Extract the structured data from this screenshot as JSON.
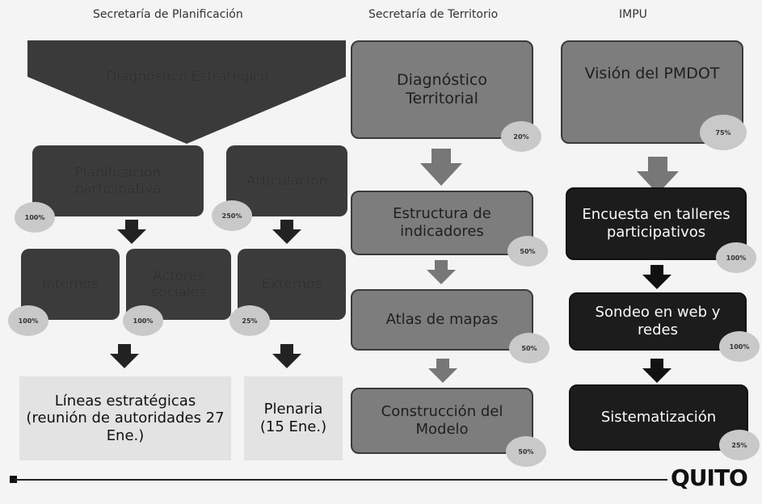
{
  "headers": {
    "planificacion": "Secretaría de Planificación",
    "territorio": "Secretaría de Territorio",
    "impu": "IMPU"
  },
  "planificacion": {
    "diagnostico": "Diagnóstico Estratégico",
    "participativa": "Planificación participativa",
    "participativa_pct": "100%",
    "articulacion": "Articulación",
    "articulacion_pct": "250%",
    "internos": "Internos",
    "internos_pct": "100%",
    "actores": "Actores sociales",
    "actores_pct": "100%",
    "externos": "Externos",
    "externos_pct": "25%",
    "lineas": "Líneas estratégicas (reunión de autoridades 27 Ene.)",
    "plenaria": "Plenaria (15 Ene.)"
  },
  "territorio": {
    "diagnostico": "Diagnóstico Territorial",
    "diagnostico_pct": "20%",
    "estructura": "Estructura de indicadores",
    "estructura_pct": "50%",
    "atlas": "Atlas de mapas",
    "atlas_pct": "50%",
    "construccion": "Construcción del Modelo",
    "construccion_pct": "50%"
  },
  "impu": {
    "vision": "Visión del PMDOT",
    "vision_pct": "75%",
    "encuesta": "Encuesta en talleres participativos",
    "encuesta_pct": "100%",
    "sondeo": "Sondeo en web y redes",
    "sondeo_pct": "100%",
    "sistematizacion": "Sistematización",
    "sistematizacion_pct": "25%"
  },
  "logo": {
    "text": "QUITO"
  }
}
